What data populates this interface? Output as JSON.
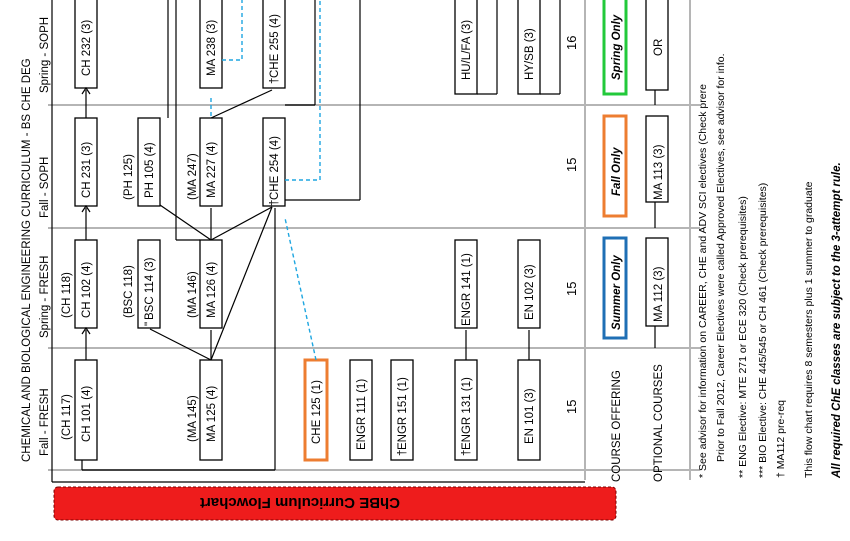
{
  "header": {
    "title": "CHEMICAL AND BIOLOGICAL ENGINEERING CURRICULUM - BS CHE DEG",
    "sem1": "Fall - FRESH",
    "sem2": "Spring - FRESH",
    "sem3": "Fall - SOPH",
    "sem4": "Spring - SOPH"
  },
  "prereqs": {
    "ch117": "(CH 117)",
    "ch118": "(CH 118)",
    "bsc118": "(BSC 118)",
    "ma145": "(MA 145)",
    "ma146": "(MA 146)",
    "ph125": "(PH 125)",
    "ma247": "(MA 247)"
  },
  "courses": {
    "ch101": "CH 101 (4)",
    "ma125": "MA 125 (4)",
    "che125": "CHE 125 (1)",
    "engr111": "ENGR 111 (1)",
    "engr151": "ENGR 151 (1)",
    "engr131": "ENGR 131 (1)",
    "en101": "EN 101 (3)",
    "ch102": "CH 102 (4)",
    "bsc114": "BSC 114 (3)",
    "ma126": "MA 126 (4)",
    "engr141": "ENGR 141 (1)",
    "en102": "EN 102 (3)",
    "ch231": "CH 231 (3)",
    "ph105": "PH 105 (4)",
    "ma227": "MA 227 (4)",
    "che254": "CHE 254 (4)",
    "ch232": "CH 232 (3)",
    "ma238": "MA 238 (3)",
    "che255": "CHE 255 (4)",
    "hulfa": "HU/L/FA (3)",
    "hysb": "HY/SB (3)"
  },
  "marks": {
    "dagger": "†",
    "dquote": "\""
  },
  "credits": {
    "s1": "15",
    "s2": "15",
    "s3": "15",
    "s4": "16"
  },
  "offering": {
    "label": "COURSE OFFERING",
    "summer": "Summer Only",
    "fall": "Fall Only",
    "spring": "Spring Only"
  },
  "optional": {
    "label": "OPTIONAL COURSES",
    "ma112": "MA 112 (3)",
    "ma113": "MA 113 (3)",
    "or": "OR"
  },
  "notes": {
    "n1": "* See advisor for information on CAREER, CHE and ADV SCI electives (Check prere",
    "n1b": "Prior to Fall 2012, Career Electives were called Approved Electives, see advisor for info.",
    "n2": "** ENG Elective: MTE 271 or ECE 320 (Check prerequisites)",
    "n3": "*** BIO Elective: CHE 445/545 or CH 461 (Check prerequisites)",
    "n4": "† MA112 pre-req",
    "n5": "This flow chart requires 8 semesters plus 1 summer to graduate",
    "n6": "All required ChE classes are subject to the 3-attempt rule."
  },
  "tab": {
    "label": "ChBE Curriculum Flowchart"
  },
  "colors": {
    "tab_red": "#ee1c1c",
    "orange": "#ed7d31",
    "blue": "#1f6fb5",
    "green": "#22c93a",
    "dash": "#1ea6e0"
  }
}
